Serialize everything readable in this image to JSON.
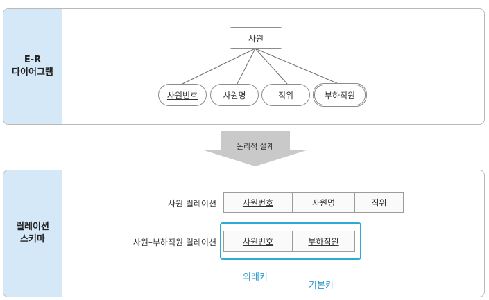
{
  "er_panel": {
    "label": "E-R\n다이어그램",
    "entity": "사원",
    "attributes": [
      {
        "label": "사원번호",
        "type": "key"
      },
      {
        "label": "사원명",
        "type": "normal"
      },
      {
        "label": "직위",
        "type": "normal"
      },
      {
        "label": "부하직원",
        "type": "multivalued"
      }
    ]
  },
  "transition": {
    "label": "논리적 설계"
  },
  "relation_panel": {
    "label": "릴레이션\n스키마",
    "relations": [
      {
        "name": "사원 릴레이션",
        "columns": [
          "사원번호",
          "사원명",
          "직위"
        ],
        "primary_key": [
          "사원번호"
        ]
      },
      {
        "name": "사원–부하직원 릴레이션",
        "columns": [
          "사원번호",
          "부하직원"
        ],
        "primary_key": [
          "사원번호",
          "부하직원"
        ]
      }
    ],
    "notes": {
      "foreign_key": "외래키",
      "primary_key": "기본키"
    },
    "colors": {
      "accent": "#2eaad7",
      "label_bg": "#d4e8f7"
    }
  }
}
